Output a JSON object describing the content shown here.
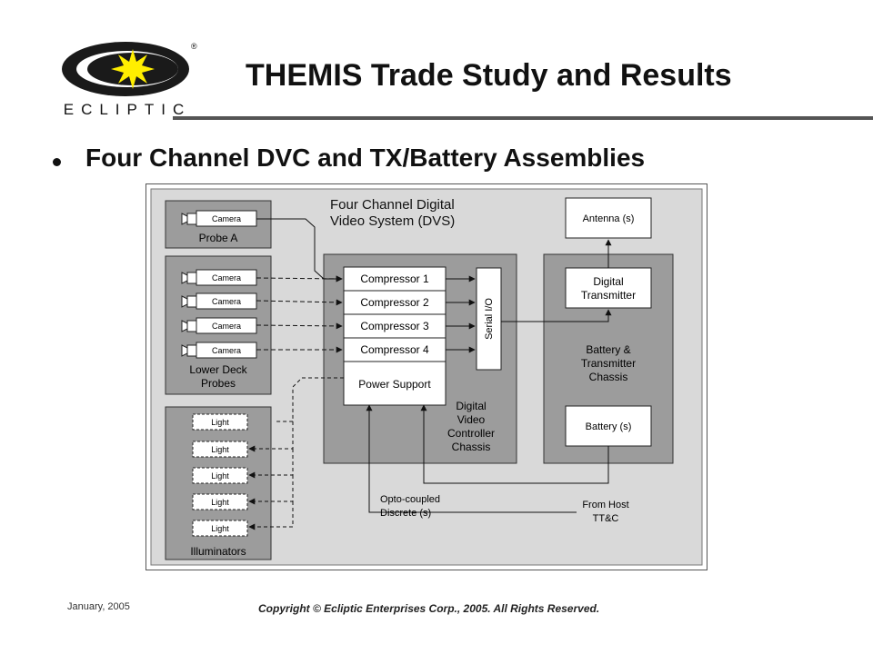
{
  "header": {
    "logo_text": "ECLIPTIC",
    "logo_mark": "®",
    "title": "THEMIS Trade Study and Results"
  },
  "bullet": {
    "text": "Four Channel DVC and TX/Battery Assemblies"
  },
  "diagram": {
    "system_title_line1": "Four Channel Digital",
    "system_title_line2": "Video System (DVS)",
    "probe_a": {
      "camera": "Camera",
      "label": "Probe A"
    },
    "lower_deck": {
      "cameras": [
        "Camera",
        "Camera",
        "Camera",
        "Camera"
      ],
      "label_line1": "Lower Deck",
      "label_line2": "Probes"
    },
    "illuminators": {
      "lights": [
        "Light",
        "Light",
        "Light",
        "Light",
        "Light"
      ],
      "label": "Illuminators"
    },
    "dvc": {
      "compressors": [
        "Compressor 1",
        "Compressor 2",
        "Compressor 3",
        "Compressor 4"
      ],
      "power_support": "Power Support",
      "serial_io": "Serial I/O",
      "chassis_line1": "Digital",
      "chassis_line2": "Video",
      "chassis_line3": "Controller",
      "chassis_line4": "Chassis"
    },
    "tx": {
      "antenna": "Antenna (s)",
      "transmitter_line1": "Digital",
      "transmitter_line2": "Transmitter",
      "chassis_line1": "Battery &",
      "chassis_line2": "Transmitter",
      "chassis_line3": "Chassis",
      "battery": "Battery (s)"
    },
    "opto_line1": "Opto-coupled",
    "opto_line2": "Discrete (s)",
    "host_line1": "From Host",
    "host_line2": "TT&C"
  },
  "footer": {
    "date": "January, 2005",
    "copyright": "Copyright © Ecliptic Enterprises Corp., 2005. All Rights Reserved."
  },
  "colors": {
    "panel_bg": "#d9d9d9",
    "chassis_bg": "#9c9c9c",
    "logo_sun": "#ffee00"
  }
}
